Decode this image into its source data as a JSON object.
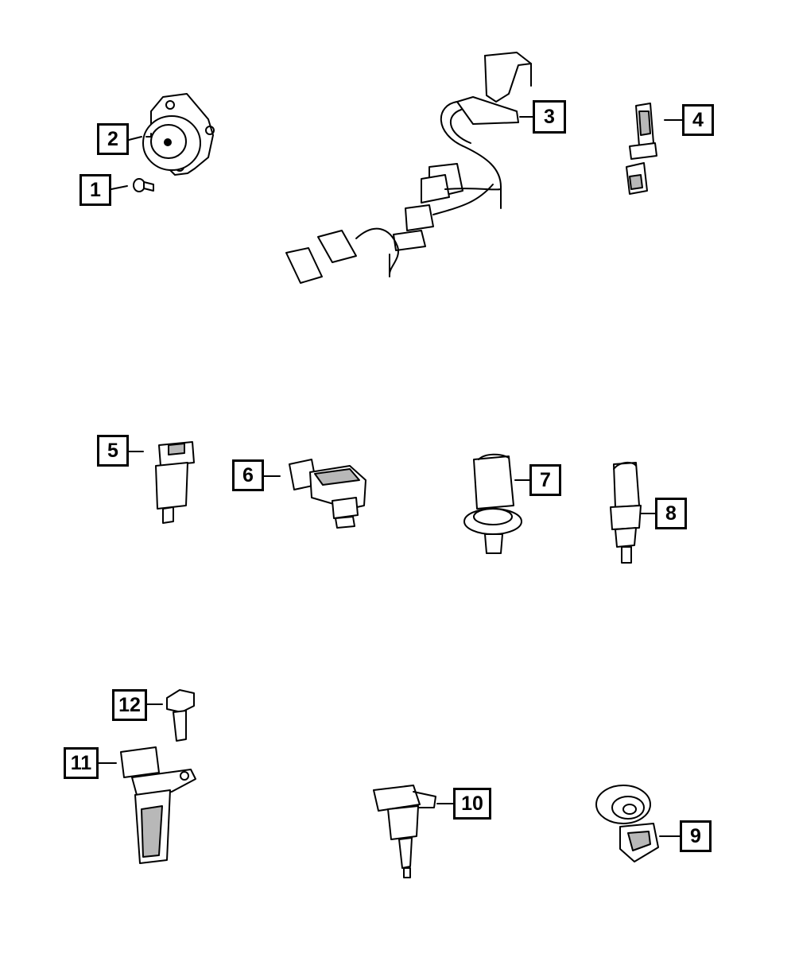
{
  "callouts": [
    {
      "id": "1",
      "label": "1"
    },
    {
      "id": "2",
      "label": "2"
    },
    {
      "id": "3",
      "label": "3"
    },
    {
      "id": "4",
      "label": "4"
    },
    {
      "id": "5",
      "label": "5"
    },
    {
      "id": "6",
      "label": "6"
    },
    {
      "id": "7",
      "label": "7"
    },
    {
      "id": "8",
      "label": "8"
    },
    {
      "id": "9",
      "label": "9"
    },
    {
      "id": "10",
      "label": "10"
    },
    {
      "id": "11",
      "label": "11"
    },
    {
      "id": "12",
      "label": "12"
    }
  ],
  "colors": {
    "line": "#000000",
    "fill": "#ffffff",
    "shade": "#b8b8b8"
  }
}
